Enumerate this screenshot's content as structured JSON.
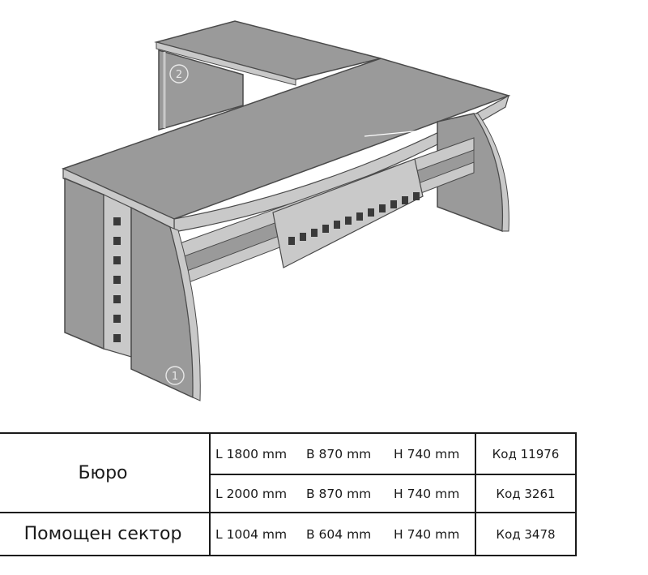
{
  "illustration": {
    "colors": {
      "surface": "#9a9a9a",
      "edge": "#c9c9c9",
      "outline": "#4a4a4a",
      "dark": "#3a3a3a"
    },
    "callouts": [
      "2",
      "1"
    ]
  },
  "table": {
    "rows": [
      {
        "name": "Бюро",
        "dims": {
          "l": "L 1800 mm",
          "b": "B  870 mm",
          "h": "H  740 mm"
        },
        "code": "Код 11976"
      },
      {
        "name": "",
        "dims": {
          "l": "L 2000 mm",
          "b": "B  870 mm",
          "h": "H  740 mm"
        },
        "code": "Код 3261"
      },
      {
        "name": "Помощен сектор",
        "dims": {
          "l": "L 1004 mm",
          "b": "B  604 mm",
          "h": "H  740 mm"
        },
        "code": "Код 3478"
      }
    ]
  }
}
